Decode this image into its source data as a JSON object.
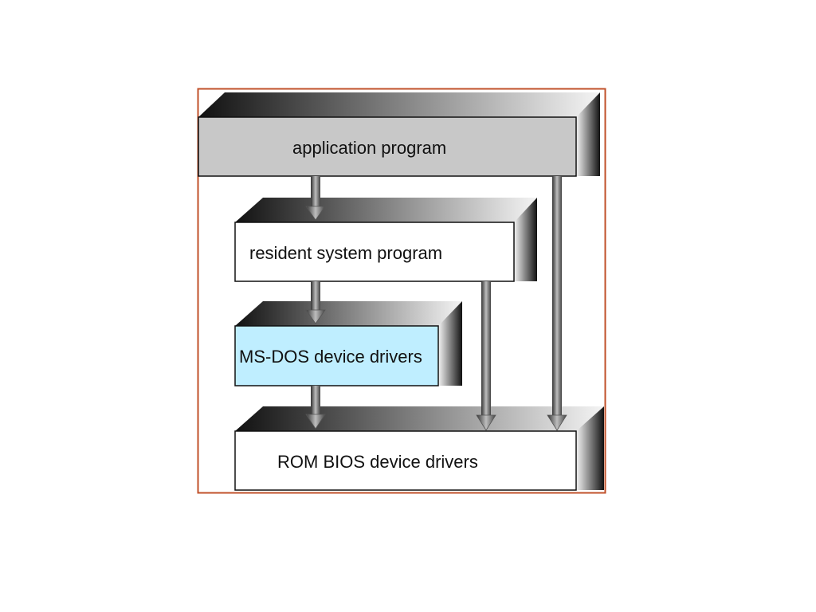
{
  "diagram": {
    "layers": [
      {
        "id": "application",
        "label": "application program",
        "fill": "#c8c8c8"
      },
      {
        "id": "resident",
        "label": "resident system program",
        "fill": "#ffffff"
      },
      {
        "id": "msdos",
        "label": "MS-DOS device drivers",
        "fill": "#bfeeff"
      },
      {
        "id": "rombios",
        "label": "ROM BIOS device drivers",
        "fill": "#ffffff"
      }
    ],
    "arrows": [
      {
        "from": "application",
        "to": "resident"
      },
      {
        "from": "resident",
        "to": "msdos"
      },
      {
        "from": "msdos",
        "to": "rombios"
      },
      {
        "from": "resident",
        "to": "rombios"
      },
      {
        "from": "application",
        "to": "rombios"
      }
    ],
    "colors": {
      "frame": "#c0502a",
      "shade_dark": "#111111",
      "shade_light": "#ffffff"
    }
  }
}
